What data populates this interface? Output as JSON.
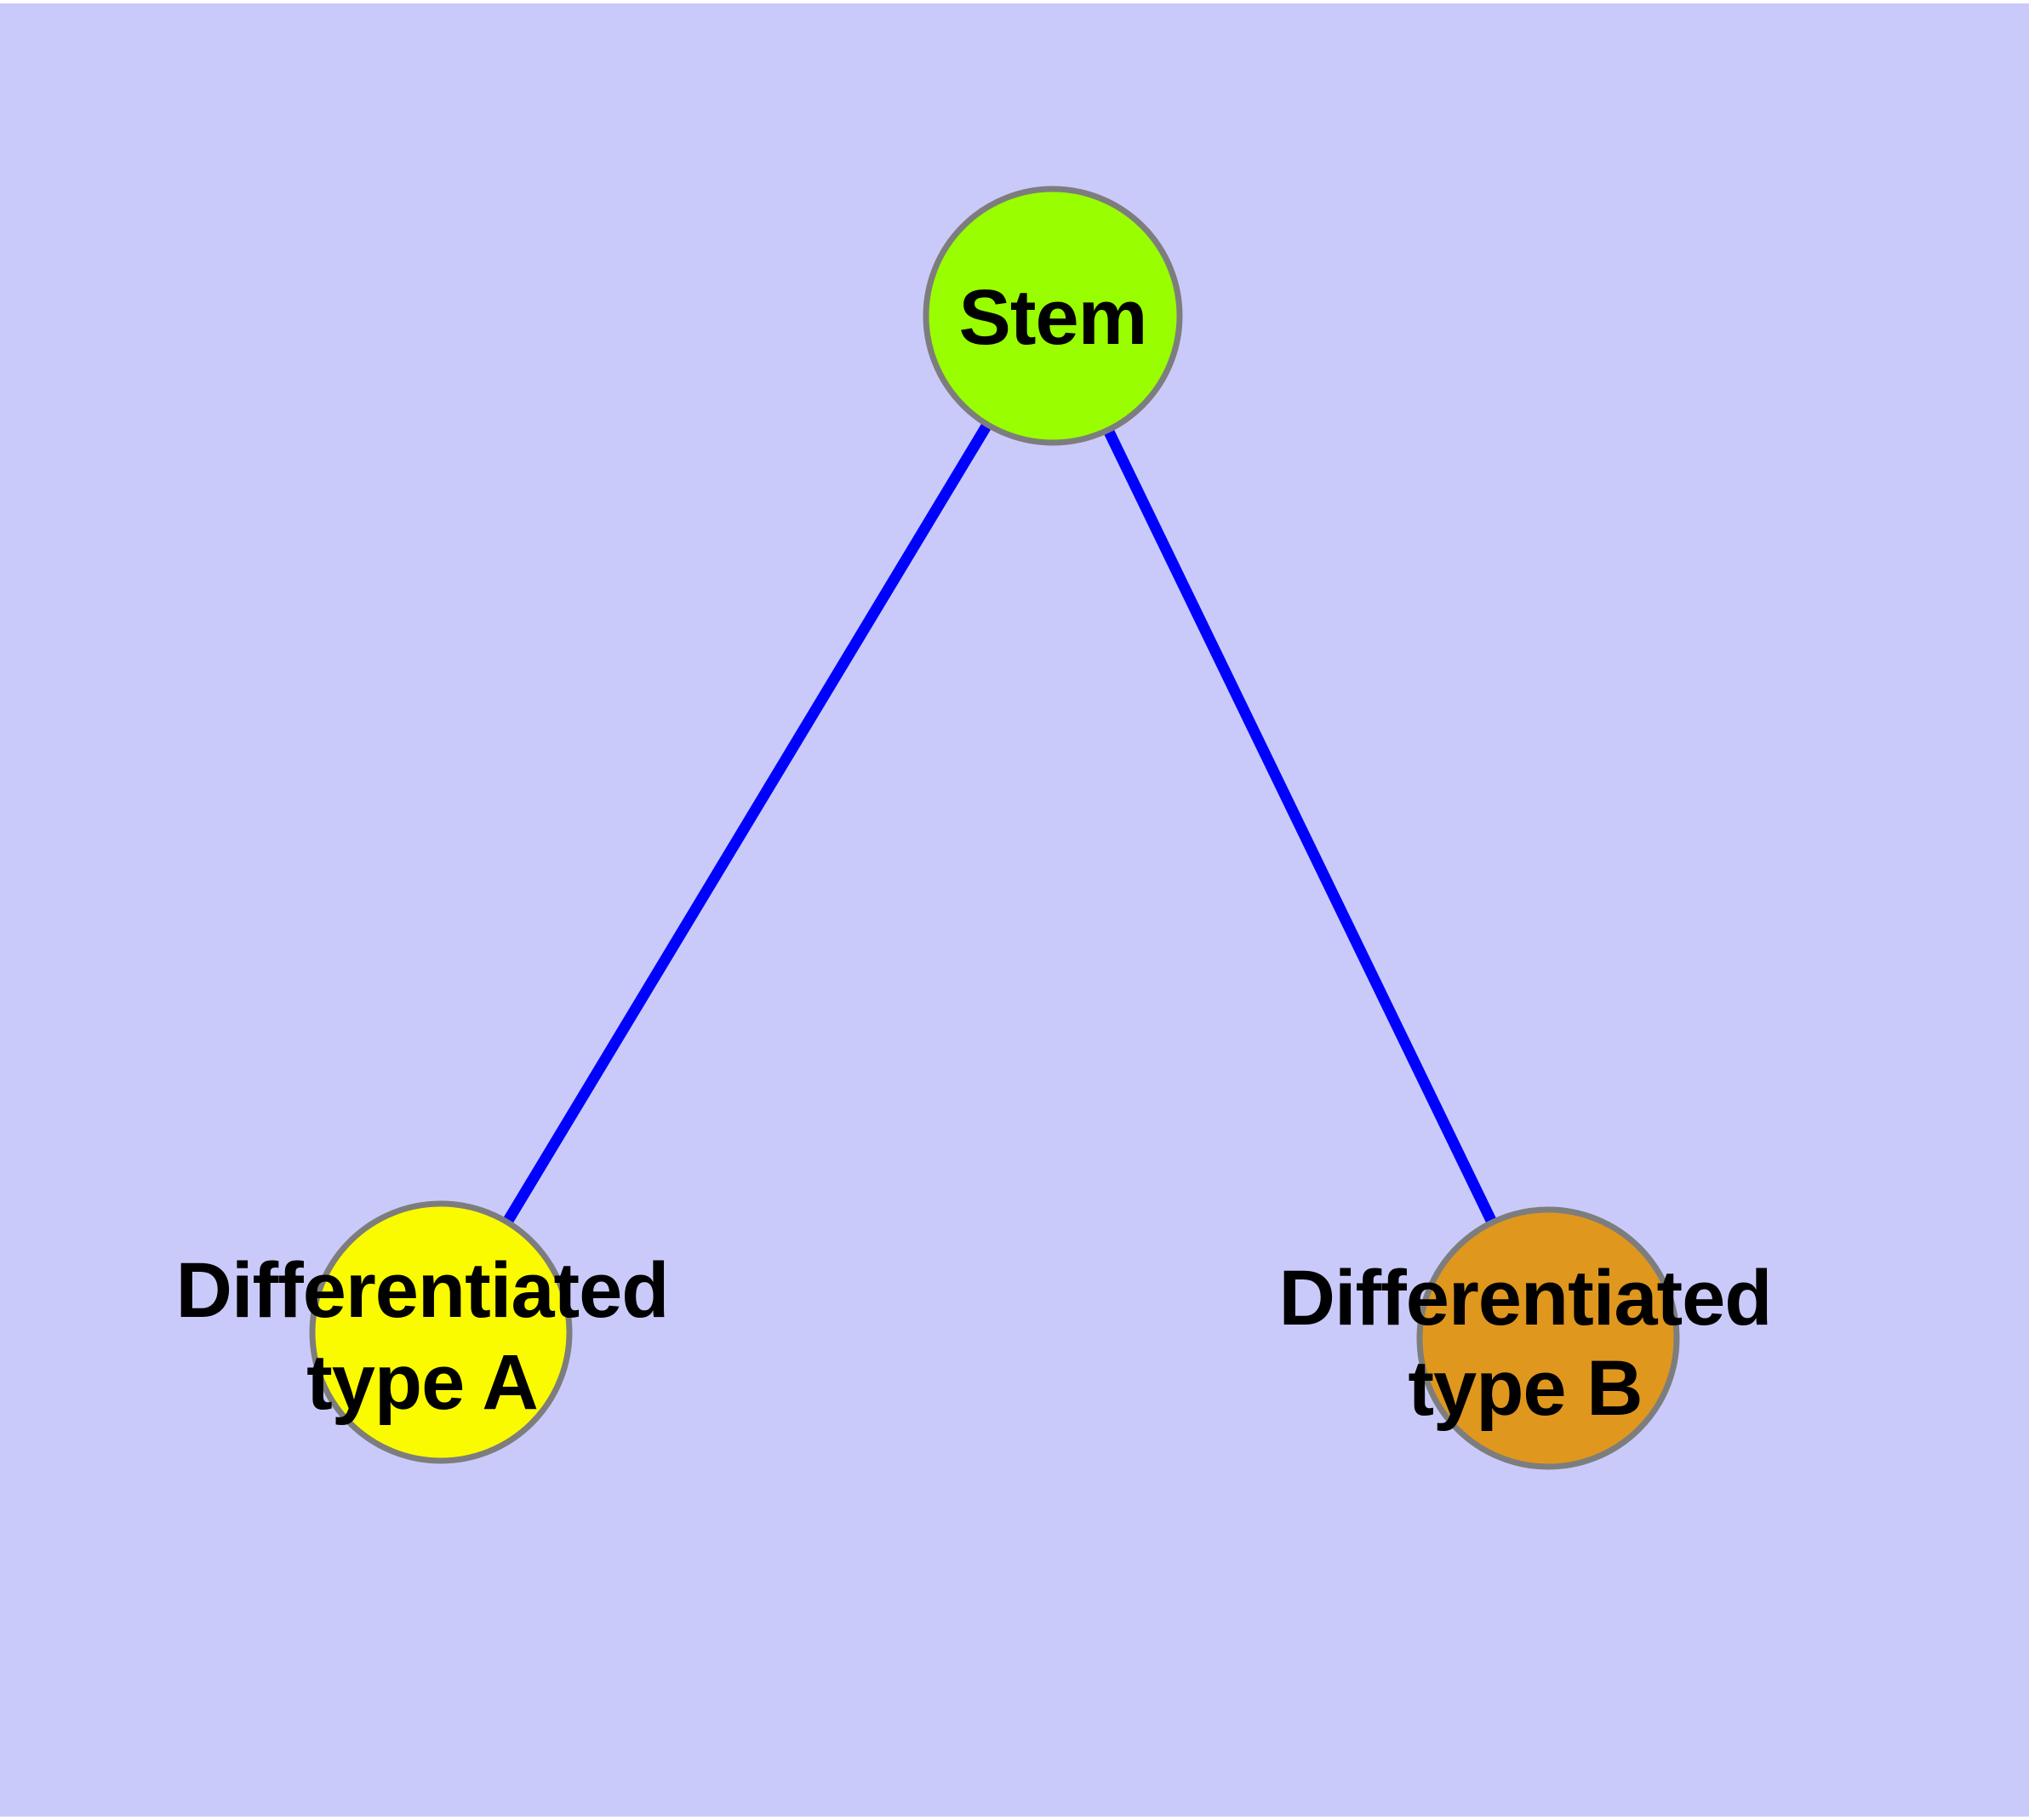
{
  "diagram": {
    "background_color": "#CACAFA",
    "frame_color": "#FFFFFF",
    "edge_color": "#0000FF",
    "node_border_color": "#7D7D7D",
    "label_color": "#000000",
    "nodes": [
      {
        "id": "stem",
        "label_lines": [
          "Stem"
        ],
        "fill_color": "#99FE00"
      },
      {
        "id": "differentiated-type-a",
        "label_lines": [
          "Differentiated",
          "type A"
        ],
        "fill_color": "#FBFB00"
      },
      {
        "id": "differentiated-type-b",
        "label_lines": [
          "Differentiated",
          "type B"
        ],
        "fill_color": "#E0971E"
      }
    ],
    "edges": [
      {
        "from": "Stem",
        "to": "Differentiated type A"
      },
      {
        "from": "Stem",
        "to": "Differentiated type B"
      }
    ]
  }
}
